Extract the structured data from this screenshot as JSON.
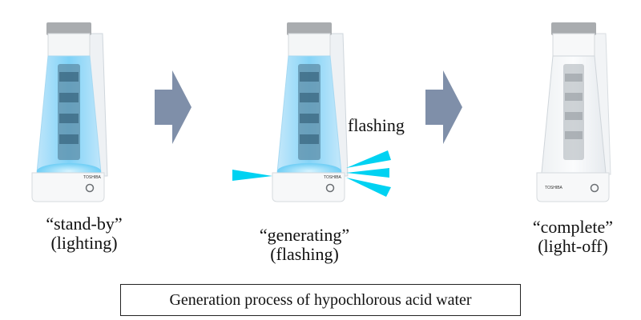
{
  "states": [
    {
      "name": "“stand-by”",
      "mode": "(lighting)",
      "light": "on"
    },
    {
      "name": "“generating”",
      "mode": "(flashing)",
      "light": "flashing"
    },
    {
      "name": "“complete”",
      "mode": "(light-off)",
      "light": "off"
    }
  ],
  "flash_label": "flashing",
  "caption": "Generation process of hypochlorous acid water",
  "brand_text": "TOSHIBA",
  "colors": {
    "arrow": "#7f8fa9",
    "flash_ray": "#00d2f2",
    "glow": "#58c8f4",
    "cap": "#b8b8b8"
  }
}
